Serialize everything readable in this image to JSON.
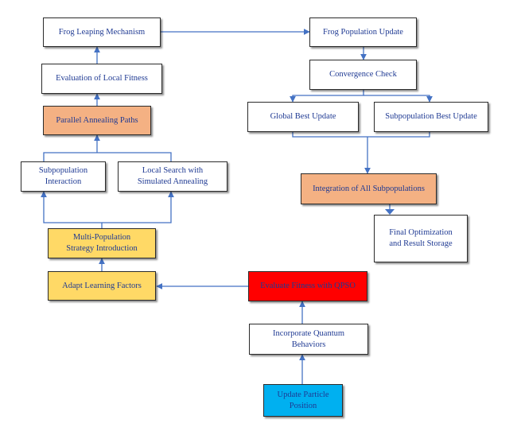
{
  "nodes": {
    "frog_leaping": {
      "label": "Frog Leaping Mechanism",
      "fill": "#ffffff"
    },
    "frog_population": {
      "label": "Frog Population Update",
      "fill": "#ffffff"
    },
    "local_fitness": {
      "label": "Evaluation of Local Fitness",
      "fill": "#ffffff"
    },
    "convergence": {
      "label": "Convergence Check",
      "fill": "#ffffff"
    },
    "parallel_annealing": {
      "label": "Parallel Annealing Paths",
      "fill": "#f4b183"
    },
    "global_best": {
      "label": "Global Best Update",
      "fill": "#ffffff"
    },
    "subpop_best": {
      "label": "Subpopulation Best Update",
      "fill": "#ffffff"
    },
    "subpop_interaction": {
      "label": "Subpopulation\nInteraction",
      "fill": "#ffffff"
    },
    "local_search": {
      "label": "Local Search with\nSimulated Annealing",
      "fill": "#ffffff"
    },
    "integration": {
      "label": "Integration of All Subpopulations",
      "fill": "#f4b183"
    },
    "final_optimization": {
      "label": "Final Optimization\nand Result Storage",
      "fill": "#ffffff"
    },
    "multi_population": {
      "label": "Multi-Population\nStrategy Introduction",
      "fill": "#ffd966"
    },
    "adapt_learning": {
      "label": "Adapt Learning Factors",
      "fill": "#ffd966"
    },
    "evaluate_qpso": {
      "label": "Evaluate Fitness with QPSO",
      "fill": "#ff0000"
    },
    "quantum_behaviors": {
      "label": "Incorporate Quantum\nBehaviors",
      "fill": "#ffffff"
    },
    "update_particle": {
      "label": "Update Particle\nPosition",
      "fill": "#00b0f0"
    }
  },
  "colors": {
    "connector": "#4472c4",
    "border": "#2b2b2b",
    "text": "#1f3a93"
  }
}
